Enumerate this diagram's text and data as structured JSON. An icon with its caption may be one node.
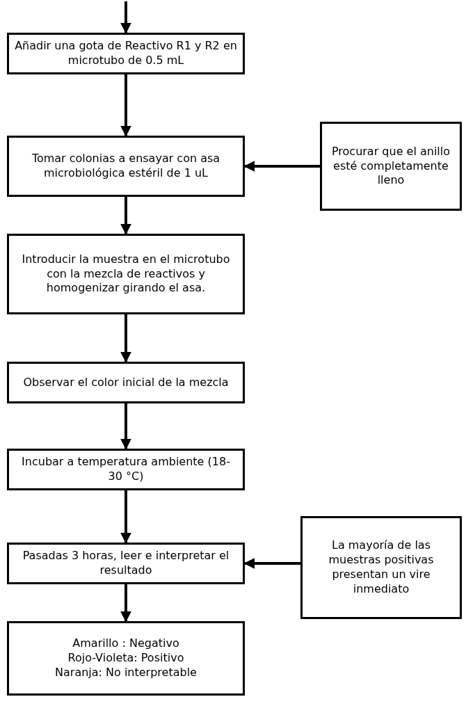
{
  "diagram": {
    "nodes": [
      {
        "text": [
          "Añadir una gota de Reactivo R1 y R2 en microtubo de 0.5 mL"
        ]
      },
      {
        "text": [
          "Tomar colonias a ensayar con asa microbiológica estéril de 1 uL"
        ]
      },
      {
        "text": [
          "Procurar que el anillo esté completamente lleno"
        ]
      },
      {
        "text": [
          "Introducir la muestra en el microtubo con la mezcla de reactivos y homogenizar girando el asa."
        ]
      },
      {
        "text": [
          "Observar el color inicial de la mezcla"
        ]
      },
      {
        "text": [
          "Incubar a temperatura ambiente (18-30 °C)"
        ]
      },
      {
        "text": [
          "Pasadas 3 horas, leer e interpretar el resultado"
        ]
      },
      {
        "text": [
          "La mayoría de las muestras positivas presentan un vire inmediato"
        ]
      },
      {
        "text": [
          "Amarillo : Negativo",
          "Rojo-Violeta: Positivo",
          "Naranja: No interpretable"
        ]
      }
    ],
    "edges": [
      {
        "from": null,
        "to": 0,
        "arrow": "to"
      },
      {
        "from": 0,
        "to": 1,
        "arrow": "to"
      },
      {
        "from": 2,
        "to": 1,
        "arrow": "to"
      },
      {
        "from": 1,
        "to": 3,
        "arrow": "to"
      },
      {
        "from": 3,
        "to": 4,
        "arrow": "to"
      },
      {
        "from": 4,
        "to": 5,
        "arrow": "to"
      },
      {
        "from": 5,
        "to": 6,
        "arrow": "to"
      },
      {
        "from": 7,
        "to": 6,
        "arrow": "to"
      },
      {
        "from": 6,
        "to": 8,
        "arrow": "to"
      }
    ]
  }
}
